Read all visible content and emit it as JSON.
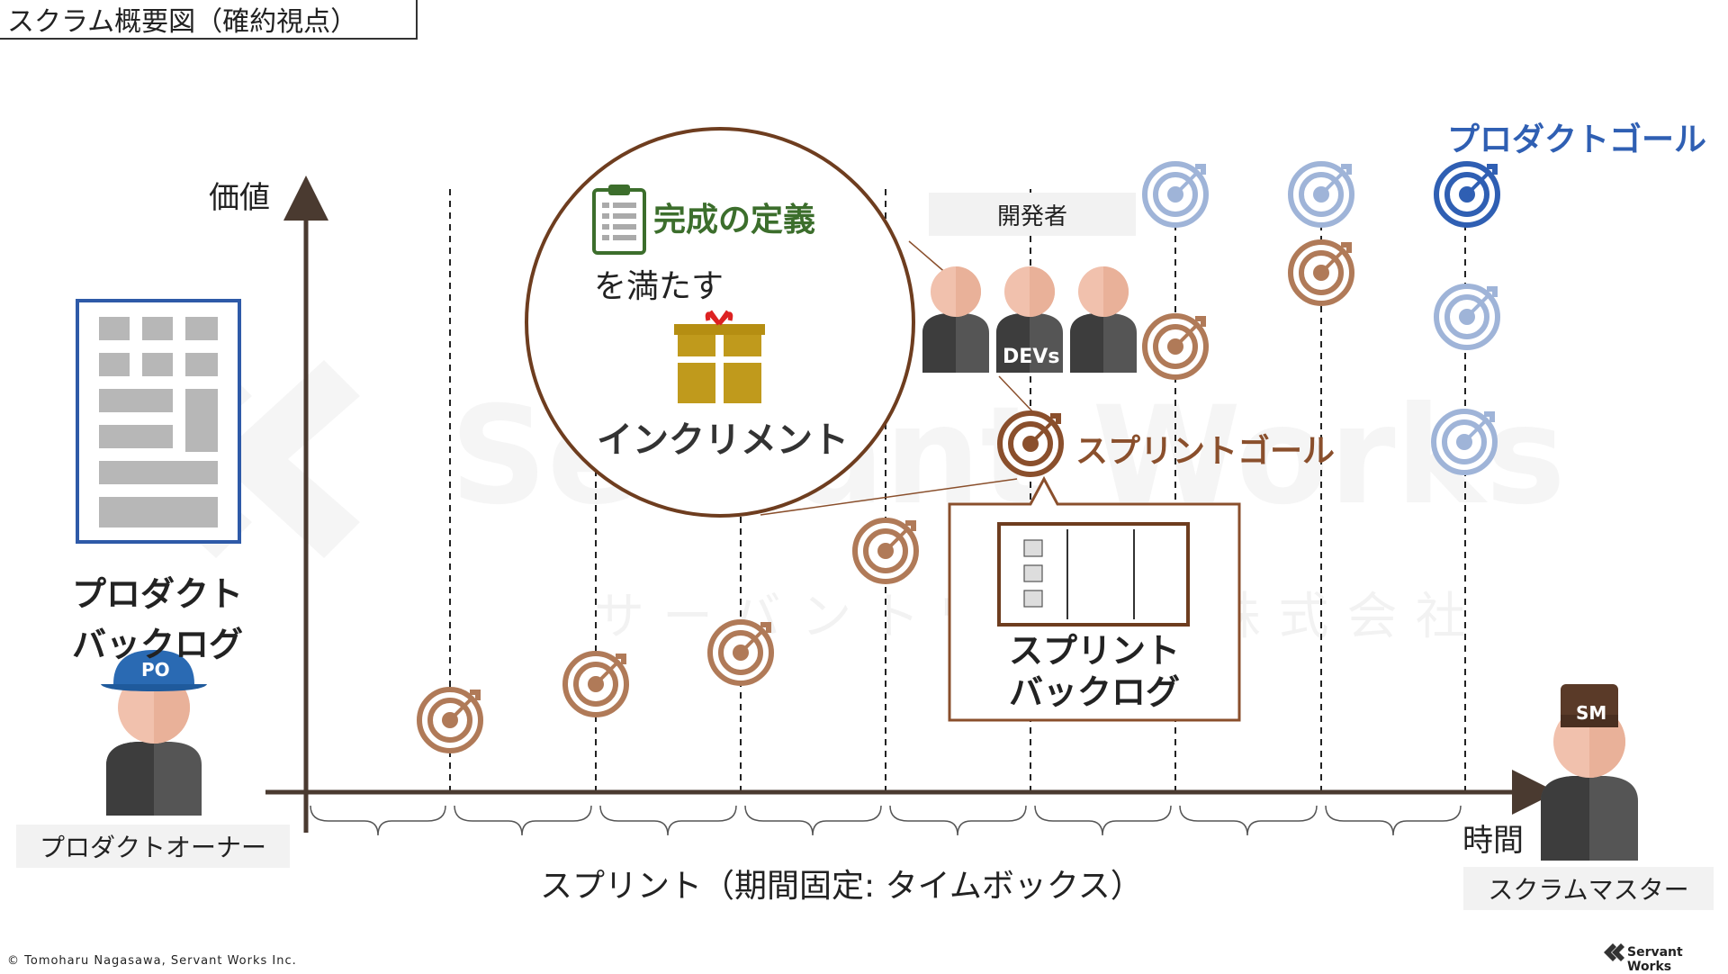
{
  "title": "スクラム概要図（確約視点）",
  "axis": {
    "y_label": "価値",
    "x_label": "時間",
    "sprint_caption": "スプリント（期間固定: タイムボックス）"
  },
  "product_backlog": {
    "line1": "プロダクト",
    "line2": "バックログ"
  },
  "product_owner": {
    "cap": "PO",
    "label": "プロダクトオーナー"
  },
  "scrum_master": {
    "cap": "SM",
    "label": "スクラムマスター"
  },
  "developers": {
    "header": "開発者",
    "body": "DEVs"
  },
  "definition_of_done": {
    "title": "完成の定義",
    "subtitle": "を満たす",
    "increment": "インクリメント"
  },
  "sprint_goal": "スプリントゴール",
  "sprint_backlog": {
    "line1": "スプリント",
    "line2": "バックログ"
  },
  "product_goal": "プロダクトゴール",
  "watermark": {
    "main": "Servant Works",
    "sub": "サーバントワークス株式会社"
  },
  "footer": {
    "copyright": "© Tomoharu Nagasawa, Servant Works Inc.",
    "logo": "Servant Works"
  },
  "colors": {
    "brown": "#8a4f2c",
    "target_light_brown": "#b07a58",
    "product_goal_blue": "#2f5fb3",
    "faded_blue": "#9fb4d8",
    "done_green": "#3c6e2c",
    "po_blue": "#2a6ab3",
    "backlog_blue": "#2e5aa8"
  }
}
